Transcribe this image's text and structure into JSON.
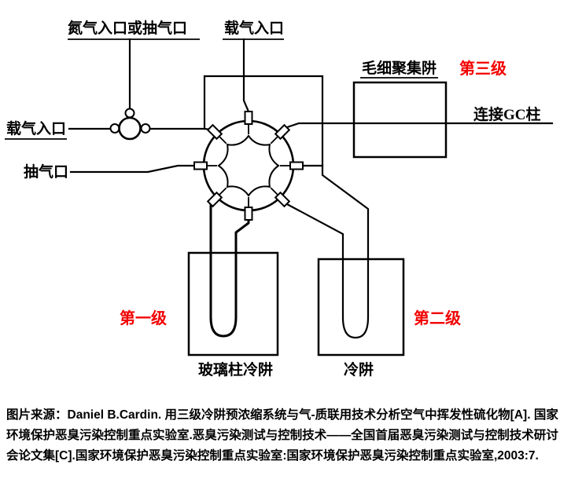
{
  "diagram": {
    "labels": {
      "nitrogen_inlet": "氮气入口或抽气口",
      "carrier_inlet_top": "载气入口",
      "carrier_inlet_left": "载气入口",
      "pump_port": "抽气口",
      "capillary_trap": "毛细聚集阱",
      "gc_column": "连接GC柱",
      "glass_column_trap": "玻璃柱冷阱",
      "cold_trap": "冷阱",
      "stage1": "第一级",
      "stage2": "第二级",
      "stage3": "第三级"
    },
    "colors": {
      "stage": "#f20000",
      "line": "#000000"
    }
  },
  "caption": {
    "text": "图片来源：Daniel B.Cardin. 用三级冷阱预浓缩系统与气-质联用技术分析空气中挥发性硫化物[A]. 国家环境保护恶臭污染控制重点实验室.恶臭污染测试与控制技术——全国首届恶臭污染测试与控制技术研讨会论文集[C].国家环境保护恶臭污染控制重点实验室:国家环境保护恶臭污染控制重点实验室,2003:7."
  }
}
